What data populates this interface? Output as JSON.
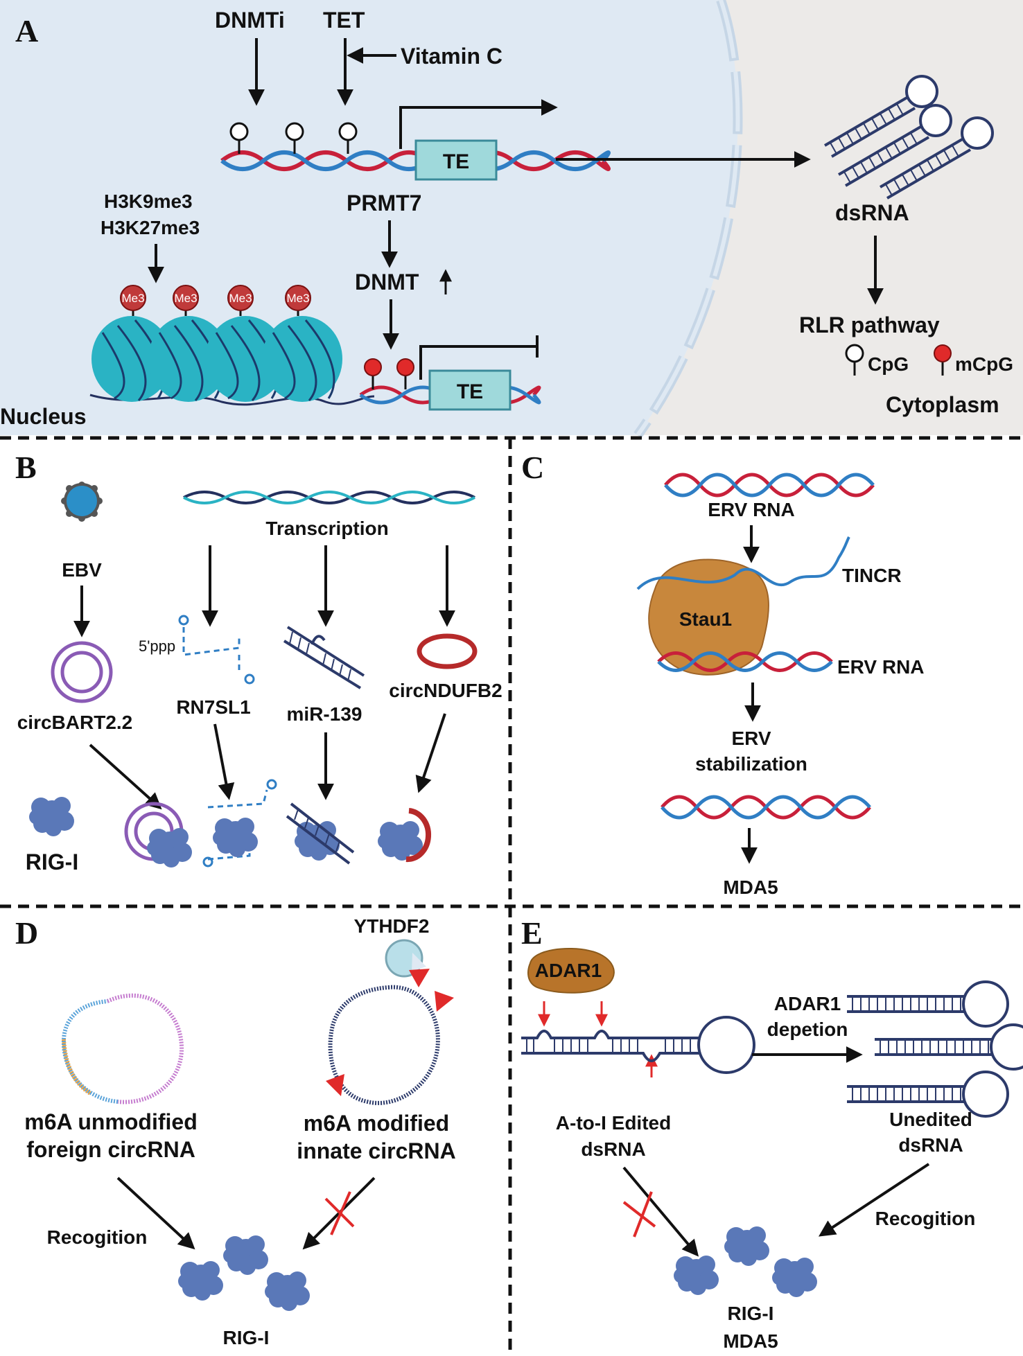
{
  "panels": {
    "a": {
      "letter": "A",
      "dnmti": "DNMTi",
      "tet": "TET",
      "vitamin_c": "Vitamin C",
      "te_top": "TE",
      "te_bottom": "TE",
      "prmt7": "PRMT7",
      "dnmt": "DNMT",
      "h3k9": "H3K9me3",
      "h3k27": "H3K27me3",
      "me3": "Me3",
      "nucleus": "Nucleus",
      "dsrna": "dsRNA",
      "rlr": "RLR pathway",
      "cpg": "CpG",
      "mcpg": "mCpG",
      "cytoplasm": "Cytoplasm"
    },
    "b": {
      "letter": "B",
      "transcription": "Transcription",
      "ebv": "EBV",
      "circbart": "circBART2.2",
      "rn7sl1": "RN7SL1",
      "ppp": "5'ppp",
      "mir139": "miR-139",
      "circndufb2": "circNDUFB2",
      "rigi": "RIG-I"
    },
    "c": {
      "letter": "C",
      "erv_rna_top": "ERV RNA",
      "tincr": "TINCR",
      "stau1": "Stau1",
      "erv_rna_mid": "ERV RNA",
      "erv_stab_1": "ERV",
      "erv_stab_2": "stabilization",
      "mda5": "MDA5"
    },
    "d": {
      "letter": "D",
      "ythdf2": "YTHDF2",
      "unmod_1": "m6A unmodified",
      "unmod_2": "foreign circRNA",
      "mod_1": "m6A modified",
      "mod_2": "innate circRNA",
      "recog": "Recogition",
      "rigi": "RIG-I"
    },
    "e": {
      "letter": "E",
      "adar1": "ADAR1",
      "adar1_dep_1": "ADAR1",
      "adar1_dep_2": "depetion",
      "edited_1": "A-to-I Edited",
      "edited_2": "dsRNA",
      "unedited_1": "Unedited",
      "unedited_2": "dsRNA",
      "recog": "Recogition",
      "rigi": "RIG-I",
      "mda5": "MDA5"
    }
  },
  "colors": {
    "nucleus_bg": "#dfe9f3",
    "cytoplasm_bg": "#eceae8",
    "dna_red": "#c8203a",
    "dna_blue": "#2f7ec4",
    "nucleosome": "#2ab3c4",
    "me3_red": "#c03a3a",
    "te_box": "#9fd9db",
    "protein_blue": "#5a78b8",
    "stau1": "#c8873c",
    "adar1": "#b8742a",
    "ythdf2": "#b9dfe9",
    "inhibit_red": "#e02a2a",
    "dsrna_navy": "#2c3a6a"
  }
}
